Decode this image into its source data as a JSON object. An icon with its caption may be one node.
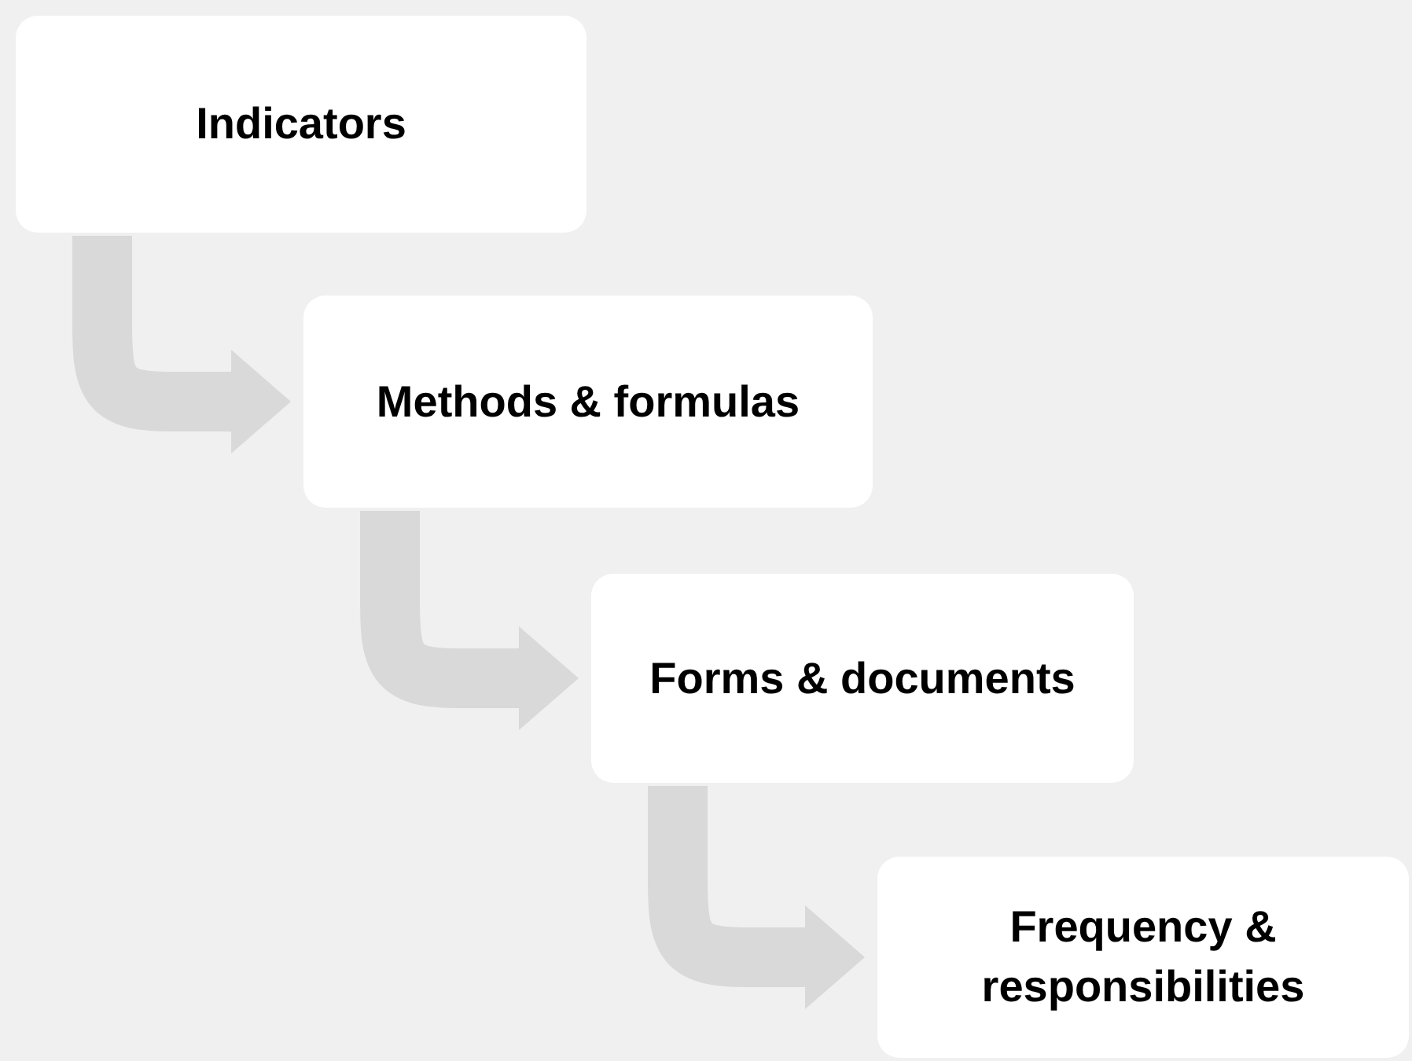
{
  "diagram": {
    "nodes": [
      {
        "text": [
          "Indicators"
        ]
      },
      {
        "text": [
          "Methods & formulas"
        ]
      },
      {
        "text": [
          "Forms & documents"
        ]
      },
      {
        "text": [
          "Frequency & responsibilities"
        ]
      }
    ],
    "edges": [
      {
        "from": 0,
        "to": 1,
        "arrow": "to"
      },
      {
        "from": 1,
        "to": 2,
        "arrow": "to"
      },
      {
        "from": 2,
        "to": 3,
        "arrow": "to"
      }
    ]
  }
}
